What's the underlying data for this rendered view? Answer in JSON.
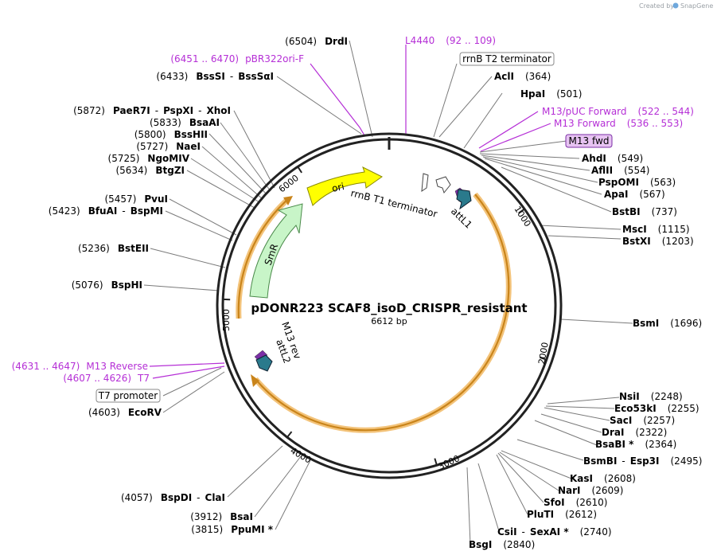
{
  "credit": {
    "prefix": "Created by",
    "brand": "SnapGene"
  },
  "plasmid": {
    "name": "pDONR223 SCAF8_isoD_CRISPR_resistant",
    "size_label": "6612 bp",
    "length": 6612
  },
  "ticks": [
    "1000",
    "2000",
    "3000",
    "4000",
    "5000",
    "6000"
  ],
  "features": [
    {
      "name": "ori",
      "color": "#ffff00"
    },
    {
      "name": "SmR",
      "color": "#c8f5c8"
    },
    {
      "name": "rrnB T1 terminator",
      "color": "#ffffff"
    },
    {
      "name": "attL1",
      "color": "#2a7a8c"
    },
    {
      "name": "attL2",
      "color": "#2a7a8c"
    },
    {
      "name": "M13 rev",
      "color": "#7b2fa6"
    }
  ],
  "sites": [
    {
      "pos": "(6504)",
      "name": "DrdI"
    },
    {
      "pos": "(6433)",
      "name": "BssSI",
      "alt": "BssSαI"
    },
    {
      "pos": "(5872)",
      "name": "PaeR7I",
      "alt": "PspXI",
      "alt2": "XhoI"
    },
    {
      "pos": "(5833)",
      "name": "BsaAI"
    },
    {
      "pos": "(5800)",
      "name": "BssHII"
    },
    {
      "pos": "(5727)",
      "name": "NaeI"
    },
    {
      "pos": "(5725)",
      "name": "NgoMIV"
    },
    {
      "pos": "(5634)",
      "name": "BtgZI"
    },
    {
      "pos": "(5457)",
      "name": "PvuI"
    },
    {
      "pos": "(5423)",
      "name": "BfuAI",
      "alt": "BspMI"
    },
    {
      "pos": "(5236)",
      "name": "BstEII"
    },
    {
      "pos": "(5076)",
      "name": "BspHI"
    },
    {
      "pos": "(4603)",
      "name": "EcoRV"
    },
    {
      "pos": "(4057)",
      "name": "BspDI",
      "alt": "ClaI"
    },
    {
      "pos": "(3912)",
      "name": "BsaI"
    },
    {
      "pos": "(3815)",
      "name": "PpuMI *"
    },
    {
      "pos": "(364)",
      "name": "AclI"
    },
    {
      "pos": "(501)",
      "name": "HpaI"
    },
    {
      "pos": "(549)",
      "name": "AhdI"
    },
    {
      "pos": "(554)",
      "name": "AflII"
    },
    {
      "pos": "(563)",
      "name": "PspOMI"
    },
    {
      "pos": "(567)",
      "name": "ApaI"
    },
    {
      "pos": "(737)",
      "name": "BstBI"
    },
    {
      "pos": "(1115)",
      "name": "MscI"
    },
    {
      "pos": "(1203)",
      "name": "BstXI"
    },
    {
      "pos": "(1696)",
      "name": "BsmI"
    },
    {
      "pos": "(2248)",
      "name": "NsiI"
    },
    {
      "pos": "(2255)",
      "name": "Eco53kI"
    },
    {
      "pos": "(2257)",
      "name": "SacI"
    },
    {
      "pos": "(2322)",
      "name": "DraI"
    },
    {
      "pos": "(2364)",
      "name": "BsaBI *"
    },
    {
      "pos": "(2495)",
      "name": "BsmBI",
      "alt": "Esp3I"
    },
    {
      "pos": "(2608)",
      "name": "KasI"
    },
    {
      "pos": "(2609)",
      "name": "NarI"
    },
    {
      "pos": "(2610)",
      "name": "SfoI"
    },
    {
      "pos": "(2612)",
      "name": "PluTI"
    },
    {
      "pos": "(2740)",
      "name": "CsiI",
      "alt": "SexAI *"
    },
    {
      "pos": "(2840)",
      "name": "BsgI"
    }
  ],
  "primers": [
    {
      "name": "L4440",
      "range": "(92 .. 109)"
    },
    {
      "name": "pBR322ori-F",
      "range": "(6451 .. 6470)"
    },
    {
      "name": "M13/pUC Forward",
      "range": "(522 .. 544)"
    },
    {
      "name": "M13 Forward",
      "range": "(536 .. 553)"
    },
    {
      "name": "M13 Reverse",
      "range": "(4631 .. 4647)"
    },
    {
      "name": "T7",
      "range": "(4607 .. 4626)"
    }
  ],
  "boxed_labels": {
    "t2": "rrnB T2 terminator",
    "m13fwd": "M13 fwd",
    "t7promoter": "T7 promoter"
  },
  "colors": {
    "primer": "#b52fd6",
    "orf_halo": "#f3c37a",
    "orf": "#c9841a",
    "backbone": "#222222"
  }
}
